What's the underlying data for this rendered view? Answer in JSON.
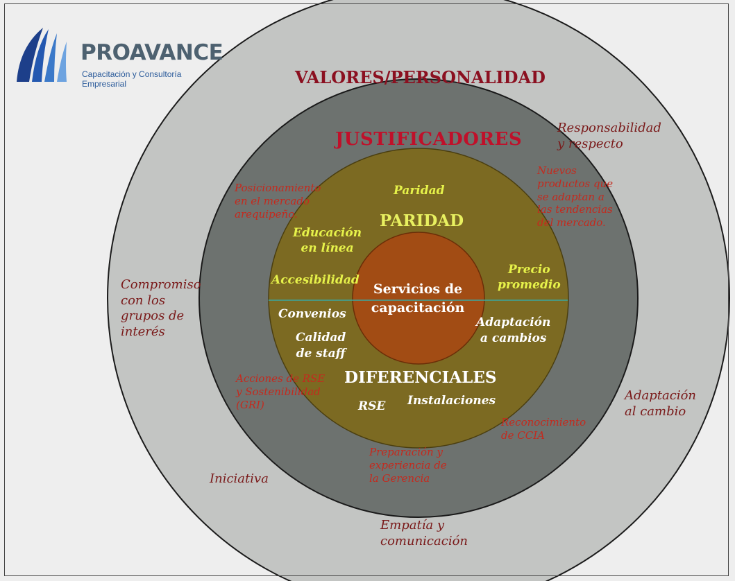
{
  "logo": {
    "name": "PROAVANCE",
    "tagline": "Capacitación y Consultoría Empresarial"
  },
  "rings": {
    "valores": {
      "title": "VALORES/PERSONALIDAD",
      "items": {
        "responsabilidad": [
          "Responsabilidad",
          "y respecto"
        ],
        "compromiso": [
          "Compromiso",
          "con los",
          "grupos de",
          "interés"
        ],
        "adaptacion": [
          "Adaptación",
          "al cambio"
        ],
        "iniciativa": "Iniciativa",
        "empatia": [
          "Empatía y",
          "comunicación"
        ]
      }
    },
    "justificadores": {
      "title": "JUSTIFICADORES",
      "items": {
        "posicionamiento": [
          "Posicionamiento",
          "en el mercado",
          "arequipeño."
        ],
        "nuevos_productos": [
          "Nuevos",
          "productos que",
          "se adaptan a",
          "las tendencias",
          "del mercado."
        ],
        "acciones_rse": [
          "Acciones de RSE",
          "y Sostenibilidad",
          "(GRI)"
        ],
        "reconocimiento": [
          "Reconocimiento",
          "de CCIA"
        ],
        "preparacion": [
          "Preparación y",
          "experiencia de",
          "la Gerencia"
        ]
      }
    },
    "paridad": {
      "title": "PARIDAD",
      "items": {
        "paridad": "Paridad",
        "educacion": [
          "Educación",
          "en línea"
        ],
        "accesibilidad": "Accesibilidad",
        "precio": [
          "Precio",
          "promedio"
        ]
      }
    },
    "diferenciales": {
      "title": "DIFERENCIALES",
      "items": {
        "convenios": "Convenios",
        "calidad": [
          "Calidad",
          "de staff"
        ],
        "adaptacion": [
          "Adaptación",
          "a cambios"
        ],
        "rse": "RSE",
        "instalaciones": "Instalaciones"
      }
    },
    "core": [
      "Servicios de",
      "capacitación"
    ]
  },
  "colors": {
    "outer_ring": "#c3c5c3",
    "second_ring": "#6d726f",
    "third_ring": "#7c6a22",
    "core": "#a24c14",
    "divider": "#3aa8a0"
  }
}
